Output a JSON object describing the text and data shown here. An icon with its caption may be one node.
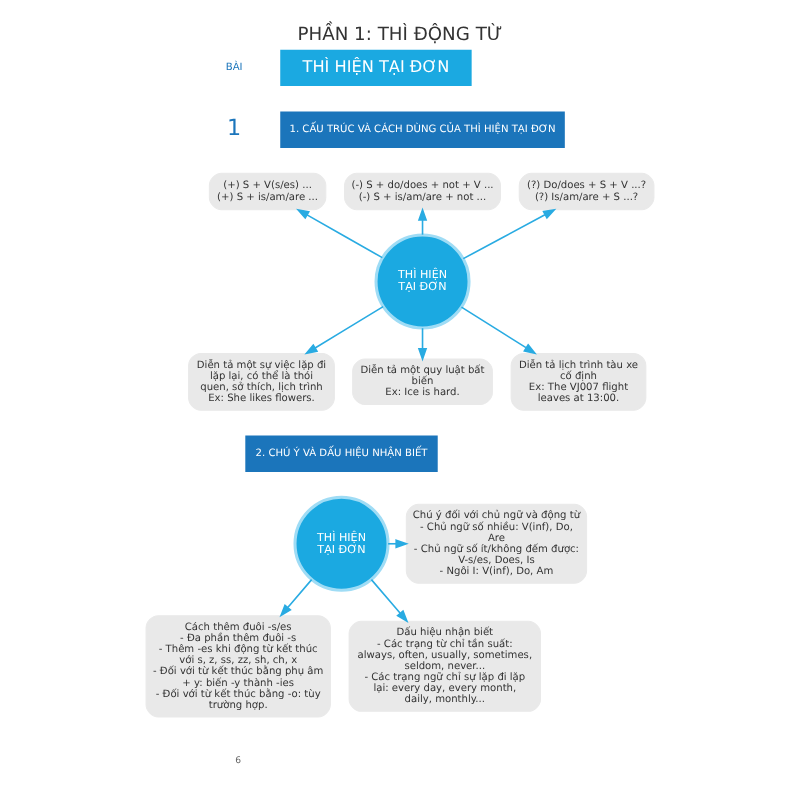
{
  "diagram": {
    "title": "PHẦN 1: THÌ ĐỘNG TỪ",
    "nodes": [
      {
        "text": [
          "THÌ HIỆN TẠI ĐƠN"
        ]
      },
      {
        "text": [
          "(+) S + V(s/es) ...",
          "(+) S + is/am/are ..."
        ]
      },
      {
        "text": [
          "(-) S + do/does + not + V ...",
          "(-) S + is/am/are + not ..."
        ]
      },
      {
        "text": [
          "(?) Do/does + S + V ...?",
          "(?) Is/am/are + S ...?"
        ]
      },
      {
        "text": [
          "Diễn tả một sự việc lặp đi lặp lại, có thể là thói quen, sở thích, lịch trình",
          "Ex: She likes flowers."
        ]
      },
      {
        "text": [
          "Diễn tả một quy luật bất biến",
          "Ex: Ice is hard."
        ]
      },
      {
        "text": [
          "Diễn tả lịch trình tàu xe cố định",
          "Ex: The VJ007 flight leaves at 13:00."
        ]
      },
      {
        "text": [
          "THÌ HIỆN TẠI ĐƠN"
        ]
      },
      {
        "text": [
          "Chú ý đối với chủ ngữ và động từ",
          "- Chủ ngữ số nhiều: V(inf), Do, Are",
          "- Chủ ngữ số ít/không đếm được: V-s/es, Does, Is",
          "- Ngôi I: V(inf), Do, Am"
        ]
      },
      {
        "text": [
          "Cách thêm đuôi -s/es",
          "- Đa phần thêm đuôi -s",
          "- Thêm -es khi động từ kết thúc với s, z, ss, zz, sh, ch, x",
          "- Đối với từ kết thúc bằng phụ âm + y: biến -y thành -ies",
          "- Đối với từ kết thúc bằng -o: tùy trường hợp."
        ]
      },
      {
        "text": [
          "Dấu hiệu nhận biết",
          "- Các trạng từ chỉ tần suất: always, often, usually, sometimes, seldom, never...",
          "- Các trạng ngữ chỉ sự lặp đi lặp lại: every day, every month, daily, monthly..."
        ]
      }
    ],
    "edges": [
      {
        "from": 0,
        "to": 1,
        "arrow": "to"
      },
      {
        "from": 0,
        "to": 2,
        "arrow": "to"
      },
      {
        "from": 0,
        "to": 3,
        "arrow": "to"
      },
      {
        "from": 0,
        "to": 4,
        "arrow": "to"
      },
      {
        "from": 0,
        "to": 5,
        "arrow": "to"
      },
      {
        "from": 0,
        "to": 6,
        "arrow": "to"
      },
      {
        "from": 7,
        "to": 8,
        "arrow": "to"
      },
      {
        "from": 7,
        "to": 9,
        "arrow": "to"
      },
      {
        "from": 7,
        "to": 10,
        "arrow": "to"
      }
    ],
    "labels": [
      "BÀI",
      "1",
      "THÌ HIỆN TẠI ĐƠN",
      "1. CẤU TRÚC VÀ CÁCH DÙNG CỦA THÌ HIỆN TẠI ĐƠN",
      "2. CHÚ Ý VÀ DẤU HIỆU NHẬN BIẾT",
      "6"
    ]
  }
}
